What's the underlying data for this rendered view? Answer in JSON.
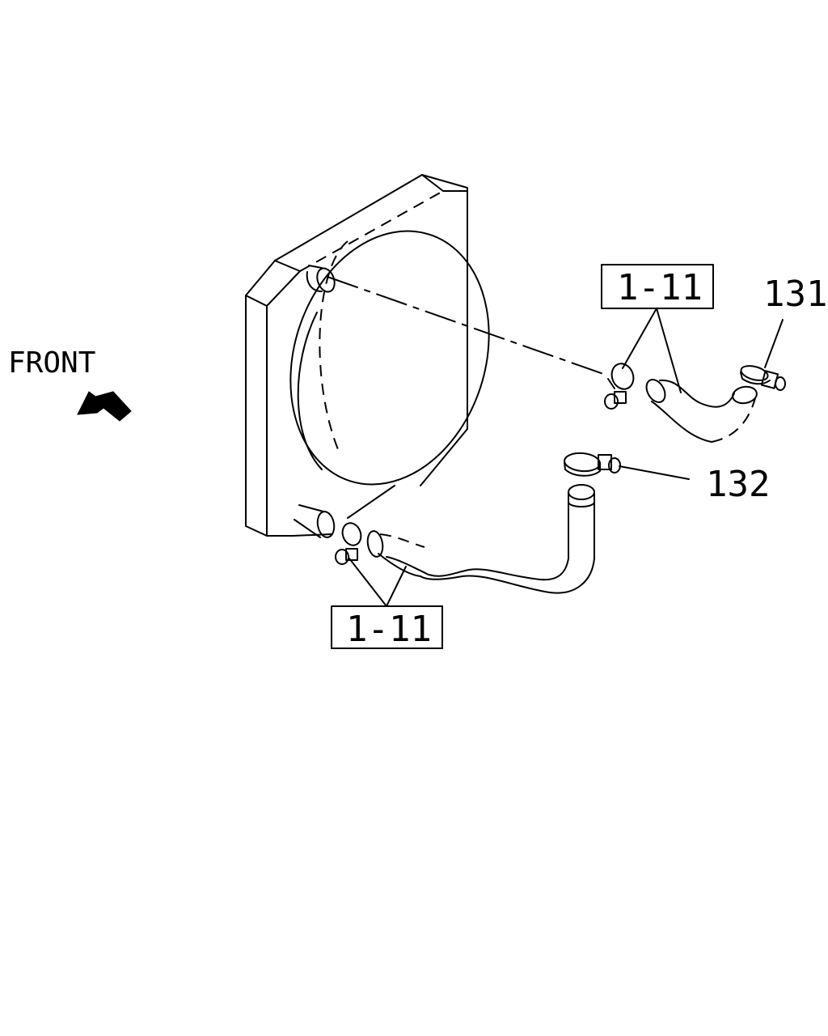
{
  "labels": {
    "front": "FRONT",
    "ref_upper": "1-11",
    "ref_lower": "1-11",
    "part_131": "131",
    "part_132": "132"
  },
  "icons": {
    "direction_arrow": "front-direction-arrow-icon"
  },
  "colors": {
    "line": "#000000",
    "background": "#ffffff"
  }
}
